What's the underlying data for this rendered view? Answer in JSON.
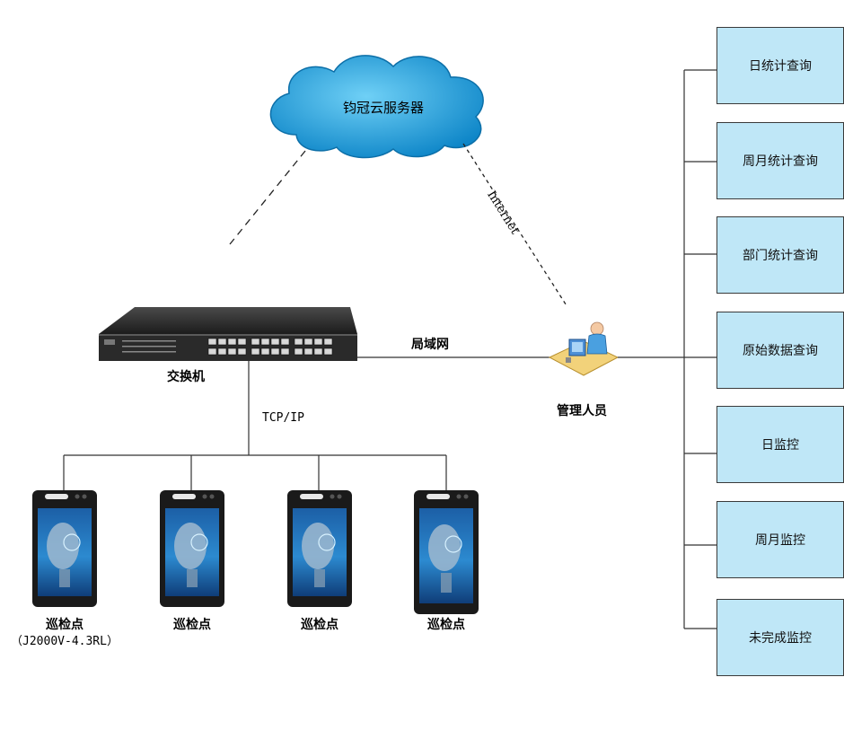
{
  "cloud": {
    "label": "钧冠云服务器"
  },
  "internet_label": "Internet",
  "switch": {
    "label": "交换机"
  },
  "lan_label": "局域网",
  "tcp_label": "TCP/IP",
  "admin": {
    "label": "管理人员"
  },
  "queries": [
    {
      "label": "日统计查询"
    },
    {
      "label": "周月统计查询"
    },
    {
      "label": "部门统计查询"
    },
    {
      "label": "原始数据查询"
    },
    {
      "label": "日监控"
    },
    {
      "label": "周月监控"
    },
    {
      "label": "未完成监控"
    }
  ],
  "devices": [
    {
      "label": "巡检点",
      "model": "（J2000V-4.3RL）"
    },
    {
      "label": "巡检点",
      "model": ""
    },
    {
      "label": "巡检点",
      "model": ""
    },
    {
      "label": "巡检点",
      "model": ""
    }
  ],
  "colors": {
    "query_fill": "#bfe7f7",
    "cloud_fill": "#1ea6e3",
    "line": "#333333"
  }
}
